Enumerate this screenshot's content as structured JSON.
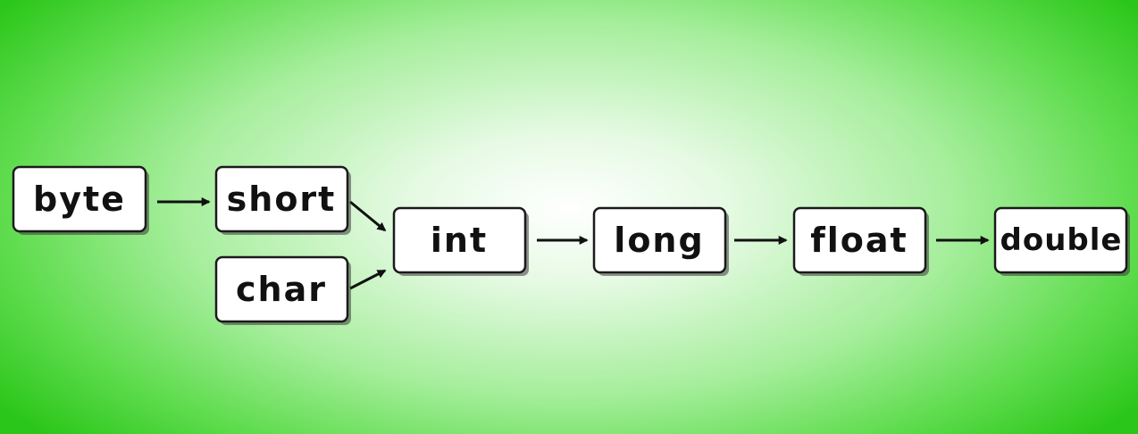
{
  "diagram": {
    "nodes": [
      {
        "id": "byte",
        "label": "byte"
      },
      {
        "id": "short",
        "label": "short"
      },
      {
        "id": "char",
        "label": "char"
      },
      {
        "id": "int",
        "label": "int"
      },
      {
        "id": "long",
        "label": "long"
      },
      {
        "id": "float",
        "label": "float"
      },
      {
        "id": "double",
        "label": "double"
      }
    ],
    "edges": [
      {
        "from": "byte",
        "to": "short"
      },
      {
        "from": "short",
        "to": "int"
      },
      {
        "from": "char",
        "to": "int"
      },
      {
        "from": "int",
        "to": "long"
      },
      {
        "from": "long",
        "to": "float"
      },
      {
        "from": "float",
        "to": "double"
      }
    ],
    "colors": {
      "background_center": "#ffffff",
      "background_edge": "#2bc61a",
      "box_fill": "#ffffff",
      "box_stroke": "#1a1a1a",
      "text": "#111111",
      "arrow": "#111111"
    }
  }
}
